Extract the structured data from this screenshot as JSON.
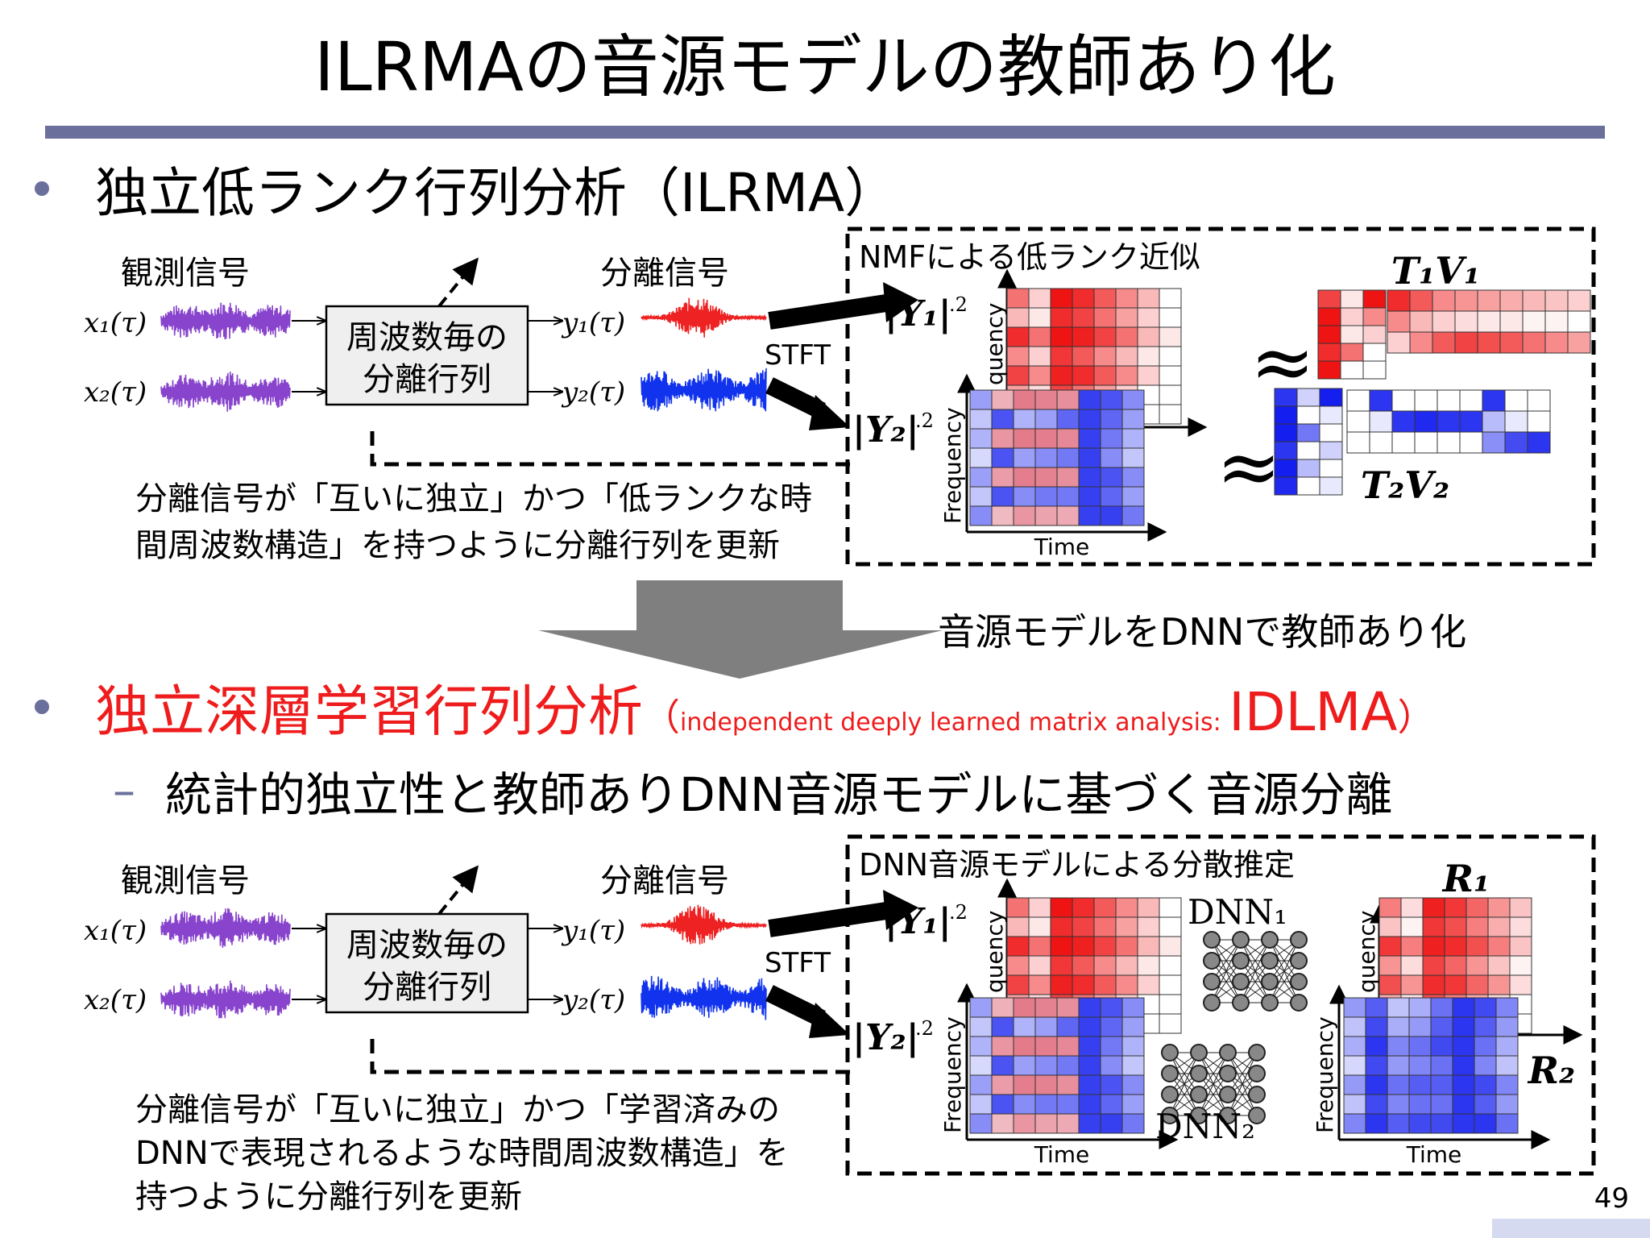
{
  "slide": {
    "title": "ILRMAの音源モデルの教師あり化",
    "page_number": "49",
    "colors": {
      "title_bar": "#6b6f9c",
      "accent_red": "#ee1c1c",
      "bullet": "#6b6f9c",
      "arrow_gray": "#7f7f7f",
      "signal_purple": "#8844cc",
      "signal_red": "#ee2222",
      "signal_blue": "#1133ee"
    }
  },
  "bullet1": {
    "text": "独立低ランク行列分析（ILRMA）"
  },
  "bullet2": {
    "main": "独立深層学習行列分析",
    "paren_open": "（",
    "sub": "independent deeply learned matrix analysis: ",
    "abbr": "IDLMA",
    "paren_close": "）"
  },
  "sub_bullet": {
    "dash": "–",
    "text": "統計的独立性と教師ありDNN音源モデルに基づく音源分離"
  },
  "transition_label": "音源モデルをDNNで教師あり化",
  "diagram_top": {
    "obs_label": "観測信号",
    "sep_label": "分離信号",
    "x1": "x₁(τ)",
    "x2": "x₂(τ)",
    "y1": "y₁(τ)",
    "y2": "y₂(τ)",
    "box_line1": "周波数毎の",
    "box_line2": "分離行列",
    "stft": "STFT",
    "panel_title": "NMFによる低ランク近似",
    "Y1": "|Y₁|",
    "Y2": "|Y₂|",
    "pow": ".2",
    "freq_front": "Frequency",
    "freq_back": "quency",
    "time": "Time",
    "approx": "≈",
    "T1V1": "T₁V₁",
    "T2V2": "T₂V₂",
    "desc_line1": "分離信号が「互いに独立」かつ「低ランクな時",
    "desc_line2": "間周波数構造」を持つように分離行列を更新"
  },
  "diagram_bottom": {
    "obs_label": "観測信号",
    "sep_label": "分離信号",
    "x1": "x₁(τ)",
    "x2": "x₂(τ)",
    "y1": "y₁(τ)",
    "y2": "y₂(τ)",
    "box_line1": "周波数毎の",
    "box_line2": "分離行列",
    "stft": "STFT",
    "panel_title": "DNN音源モデルによる分散推定",
    "Y1": "|Y₁|",
    "Y2": "|Y₂|",
    "pow": ".2",
    "freq_front": "Frequency",
    "freq_back": "quency",
    "time": "Time",
    "DNN1": "DNN₁",
    "DNN2": "DNN₂",
    "R1": "R₁",
    "R2": "R₂",
    "desc_line1": "分離信号が「互いに独立」かつ「学習済みの",
    "desc_line2": "DNNで表現されるような時間周波数構造」を",
    "desc_line3": "持つように分離行列を更新"
  }
}
